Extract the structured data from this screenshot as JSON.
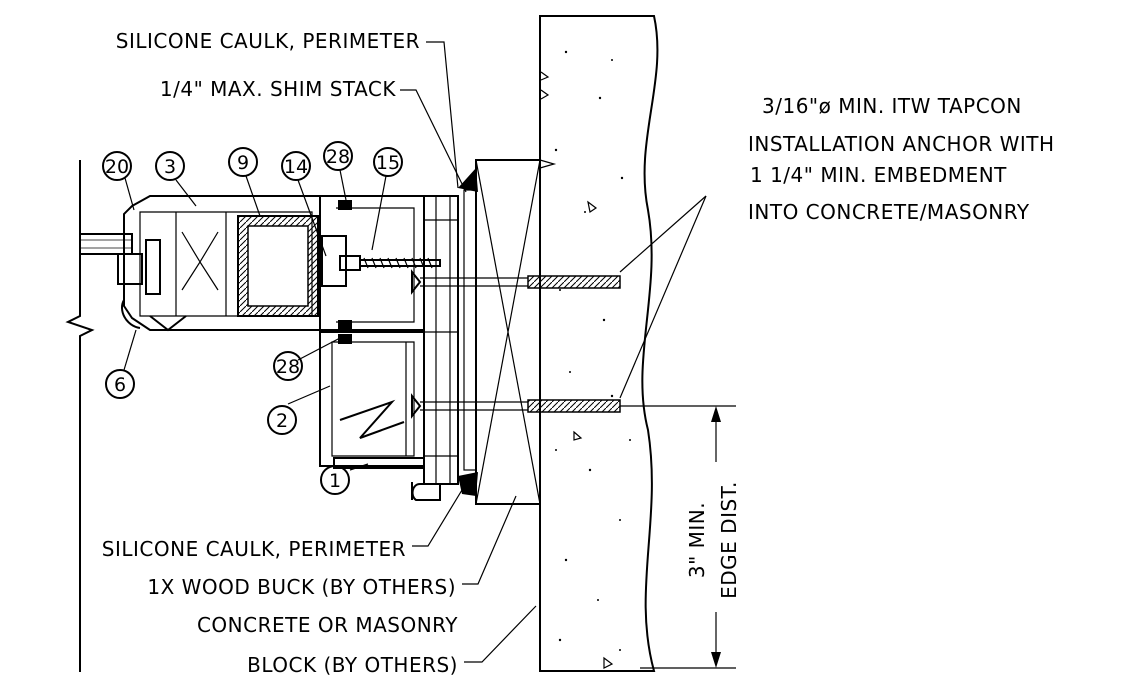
{
  "labels": {
    "caulk_top": "SILICONE CAULK, PERIMETER",
    "shim": "1/4\" MAX. SHIM STACK",
    "anchor": [
      "3/16\"ø MIN. ITW TAPCON",
      "INSTALLATION ANCHOR WITH",
      "1 1/4\" MIN. EMBEDMENT",
      "INTO CONCRETE/MASONRY"
    ],
    "caulk_bottom": "SILICONE CAULK, PERIMETER",
    "wood_buck": "1X WOOD BUCK (BY OTHERS)",
    "substrate": [
      "CONCRETE OR MASONRY",
      "BLOCK (BY OTHERS)"
    ],
    "edge_dist": [
      "3\" MIN.",
      "EDGE DIST."
    ]
  },
  "callouts": [
    "20",
    "3",
    "9",
    "14",
    "28",
    "15",
    "6",
    "28",
    "2",
    "1"
  ],
  "colors": {
    "ink": "#000000",
    "background": "#ffffff"
  }
}
